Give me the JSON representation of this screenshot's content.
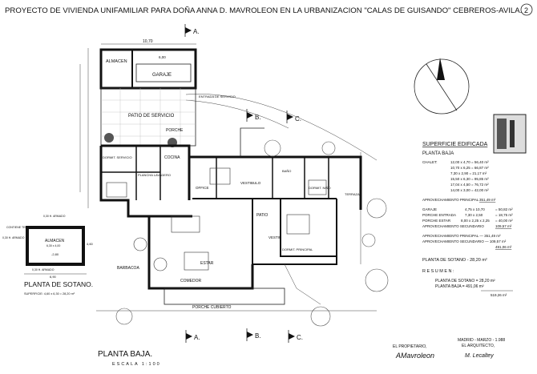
{
  "title": "PROYECTO DE VIVIENDA UNIFAMILIAR PARA DOÑA ANNA D. MAVROLEON EN LA URBANIZACION \"CALAS DE GUISANDO\" CEBREROS-AVILA.",
  "sheet_number": "2",
  "sections": {
    "a": "A.",
    "b": "B.",
    "c": "C."
  },
  "rooms": {
    "almacen": "ALMACEN",
    "garaje": "GARAJE",
    "patio_servicio": "PATIO DE SERVICIO",
    "entrada_servicio": "ENTRADA DE SERVICIO",
    "porche": "PORCHE",
    "cocina": "COCINA",
    "dorm_servicio": "DORMIT. SERVICIO",
    "plancha": "PLANCHA LAVADERO",
    "office": "OFFICE",
    "vestibulo": "VESTIBULO",
    "estar": "ESTAR",
    "comedor": "COMEDOR",
    "barbacoa": "BARBACOA",
    "porche_cubierto": "PORCHE CUBIERTO",
    "patio": "PATIO",
    "bano": "BAÑO",
    "vestir": "VESTIR",
    "dorm_principal": "DORMIT. PRINCIPAL",
    "dorm_nino": "DORMIT. NIÑO",
    "terraza": "TERRAZA"
  },
  "dimensions": {
    "top_width": "10,70",
    "garage_width": "6,00"
  },
  "superficie": {
    "heading": "SUPERFICIE EDIFICADA",
    "subheading": "PLANTA BAJA",
    "chalet_label": "CHALET:",
    "chalet_rows": [
      "12,00 x 4,70 = 56,40 m²",
      "10,70 x 6,25 = 66,87 m²",
      "7,30 x 2,90 = 21,17 m²",
      "15,50 x 6,30 = 95,85 m²",
      "17,04 x 4,50 = 76,72 m²",
      "14,00 x 3,00 = 42,00 m²"
    ],
    "aprov_principal": "APROVECHAMIENTO PRINCIPAL",
    "aprov_principal_value": "351,49 m²",
    "secondary_rows": [
      {
        "label": "GARAJE",
        "calc": "4,75 x 10,70",
        "value": "= 50,82 m²"
      },
      {
        "label": "PORCHE ENTRADA",
        "calc": "7,30 x 2,50",
        "value": "= 18,75 m²"
      },
      {
        "label": "PORCHE ESTAR",
        "calc": "8,00 x 2,25 x 2,25",
        "value": "= 40,00 m²"
      }
    ],
    "aprov_secundario": "APROVECHAMIENTO SECUNDARIO",
    "aprov_secundario_value": "109,57 m²",
    "total_principal": "APROVECHAMIENTO PRINCIPAL — 351,49 m²",
    "total_secundario": "APROVECHAMIENTO SECUNDARIO — 109,57 m²",
    "total": "491,06 m²",
    "sotano": "PLANTA DE SOTANO - 28,20 m²",
    "resumen": "RESUMEN:",
    "resumen_sotano": "PLANTA DE SOTANO = 28,20 m²",
    "resumen_baja": "PLANTA BAJA = 491,06 m²",
    "resumen_total": "519,26 m²"
  },
  "sotano_plan": {
    "title": "PLANTA DE SOTANO.",
    "subtitle": "SUPERFICIE: 4,60 x 6,30 = 28,20 m²",
    "room": "ALMACEN",
    "room_dims": "6,30 x 4,00",
    "level": "-2,80",
    "note_top": "0,30 H. ARMADO",
    "note_left": "CONTIENE TERRAS",
    "note_left2": "0,30 H. ARMADO",
    "note_bottom": "0,30 H. ARMADO",
    "width": "6,90",
    "height": "4,60"
  },
  "main_plan": {
    "title": "PLANTA BAJA.",
    "scale": "ESCALA 1:100"
  },
  "signatures": {
    "propietario": "EL PROPIETARIO,",
    "place_date": "MADRID - MARZO - 1.988",
    "arquitecto": "EL ARQUITECTO,",
    "propietario_sig": "AMavroleon",
    "arquitecto_sig": "M. Lecaltey"
  }
}
